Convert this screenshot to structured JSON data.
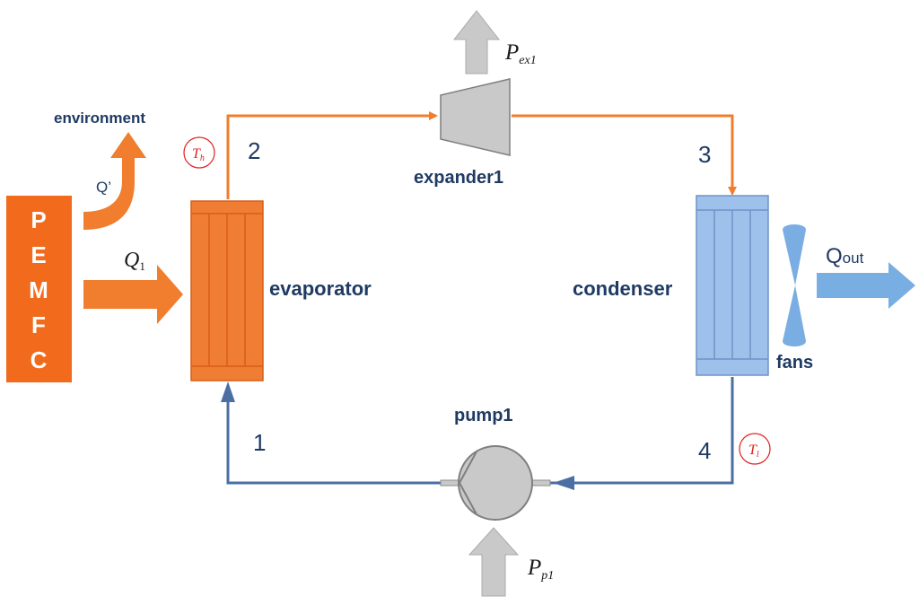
{
  "colors": {
    "orange": "#f07e2e",
    "pemfc": "#f26b1d",
    "evaporator": "#ef7d33",
    "blue": "#4b6fa3",
    "condenser": "#9ec1ec",
    "fan": "#7aaee3",
    "qout_arrow": "#79aee3",
    "gray": "#c9c9c9",
    "label": "#1f3a63",
    "red": "#e02020"
  },
  "pemfc": {
    "letters": [
      "P",
      "E",
      "M",
      "F",
      "C"
    ]
  },
  "labels": {
    "environment": "environment",
    "q_prime": "Q’",
    "q1_main": "Q",
    "q1_sub": "1",
    "th_main": "T",
    "th_sub": "h",
    "tl_main": "T",
    "tl_sub": "l",
    "state2": "2",
    "state3": "3",
    "state1": "1",
    "state4": "4",
    "evaporator": "evaporator",
    "condenser": "condenser",
    "expander": "expander1",
    "pump": "pump1",
    "fans": "fans",
    "qout_main": "Q",
    "qout_sub": "out",
    "pex_main": "P",
    "pex_sub": "ex1",
    "pp_main": "P",
    "pp_sub": "p1"
  }
}
